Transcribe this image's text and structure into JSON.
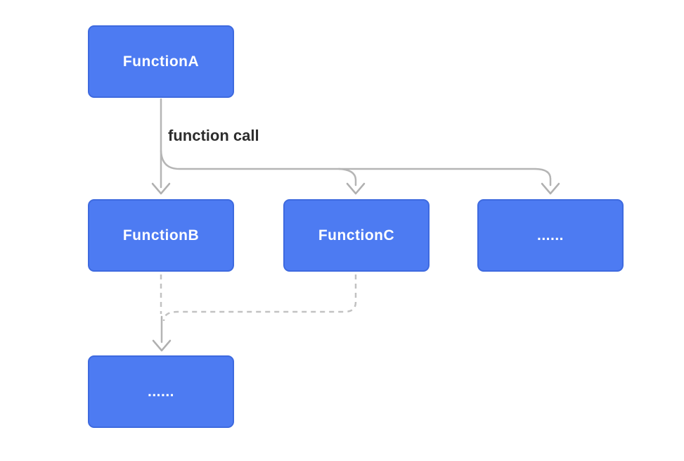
{
  "diagram": {
    "edge_label": "function call",
    "nodes": {
      "functionA": {
        "label": "FunctionA"
      },
      "functionB": {
        "label": "FunctionB"
      },
      "functionC": {
        "label": "FunctionC"
      },
      "othersMid": {
        "label": "......"
      },
      "othersBottom": {
        "label": "......"
      }
    },
    "colors": {
      "node_fill": "#4d7bf2",
      "node_border": "#3e6adf",
      "node_text": "#ffffff",
      "solid_arrow": "#b5b5b5",
      "dashed_arrow": "#c2c2c2",
      "edge_label_text": "#2d2d2d",
      "background": "#ffffff"
    }
  }
}
